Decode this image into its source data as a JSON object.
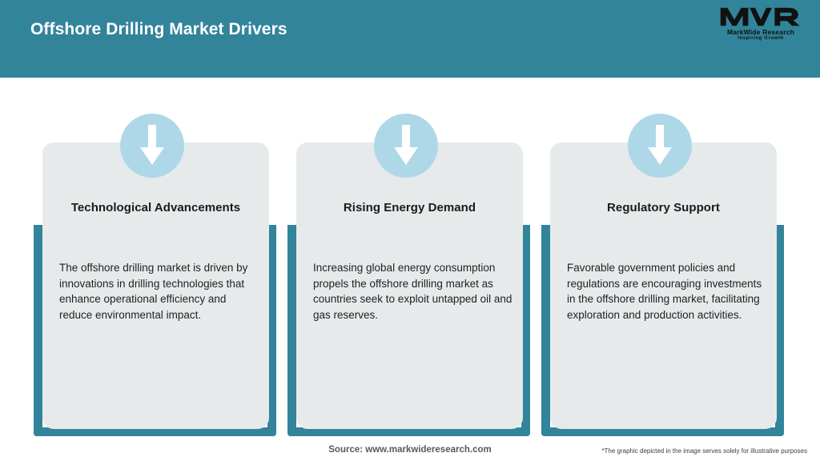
{
  "header": {
    "title": "Offshore Drilling Market Drivers",
    "bar_color": "#32849B",
    "title_color": "#FFFFFF"
  },
  "logo": {
    "mark": "MWR",
    "name": "MarkWide Research",
    "tagline": "Inspiring Growth"
  },
  "cards": [
    {
      "icon": "down-arrow-icon",
      "title": "Technological Advancements",
      "body": "The offshore drilling market is driven by innovations in drilling technologies that enhance operational efficiency and reduce environmental impact."
    },
    {
      "icon": "down-arrow-icon",
      "title": "Rising Energy Demand",
      "body": "Increasing global energy consumption propels the offshore drilling market as countries seek to exploit untapped oil and gas reserves."
    },
    {
      "icon": "down-arrow-icon",
      "title": "Regulatory Support",
      "body": "Favorable government policies and regulations are encouraging investments in the offshore drilling market, facilitating exploration and production activities."
    }
  ],
  "footer": {
    "source": "Source: www.markwideresearch.com",
    "disclaimer": "*The graphic depicted in the image serves solely for illustrative purposes"
  },
  "colors": {
    "accent_teal": "#32849B",
    "icon_circle": "#AED8E8",
    "card_panel": "#E6EAEB",
    "page_background": "#FFFFFF"
  }
}
